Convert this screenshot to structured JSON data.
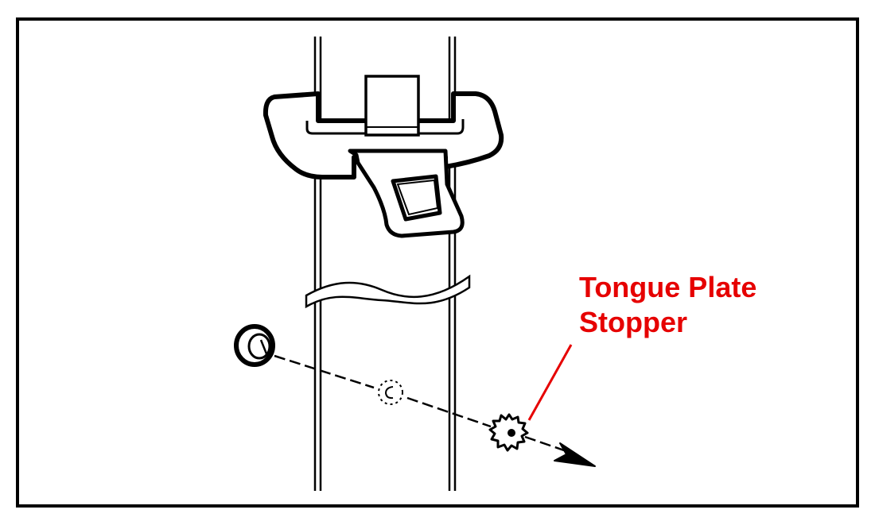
{
  "colors": {
    "line": "#000000",
    "callout": "#e60000",
    "background": "#ffffff"
  },
  "callout": {
    "line1": "Tongue Plate",
    "line2": "Stopper"
  },
  "parts": [
    {
      "name": "seat-belt-webbing"
    },
    {
      "name": "tongue-plate"
    },
    {
      "name": "tongue-plate-stopper"
    },
    {
      "name": "stopper-cap"
    }
  ]
}
